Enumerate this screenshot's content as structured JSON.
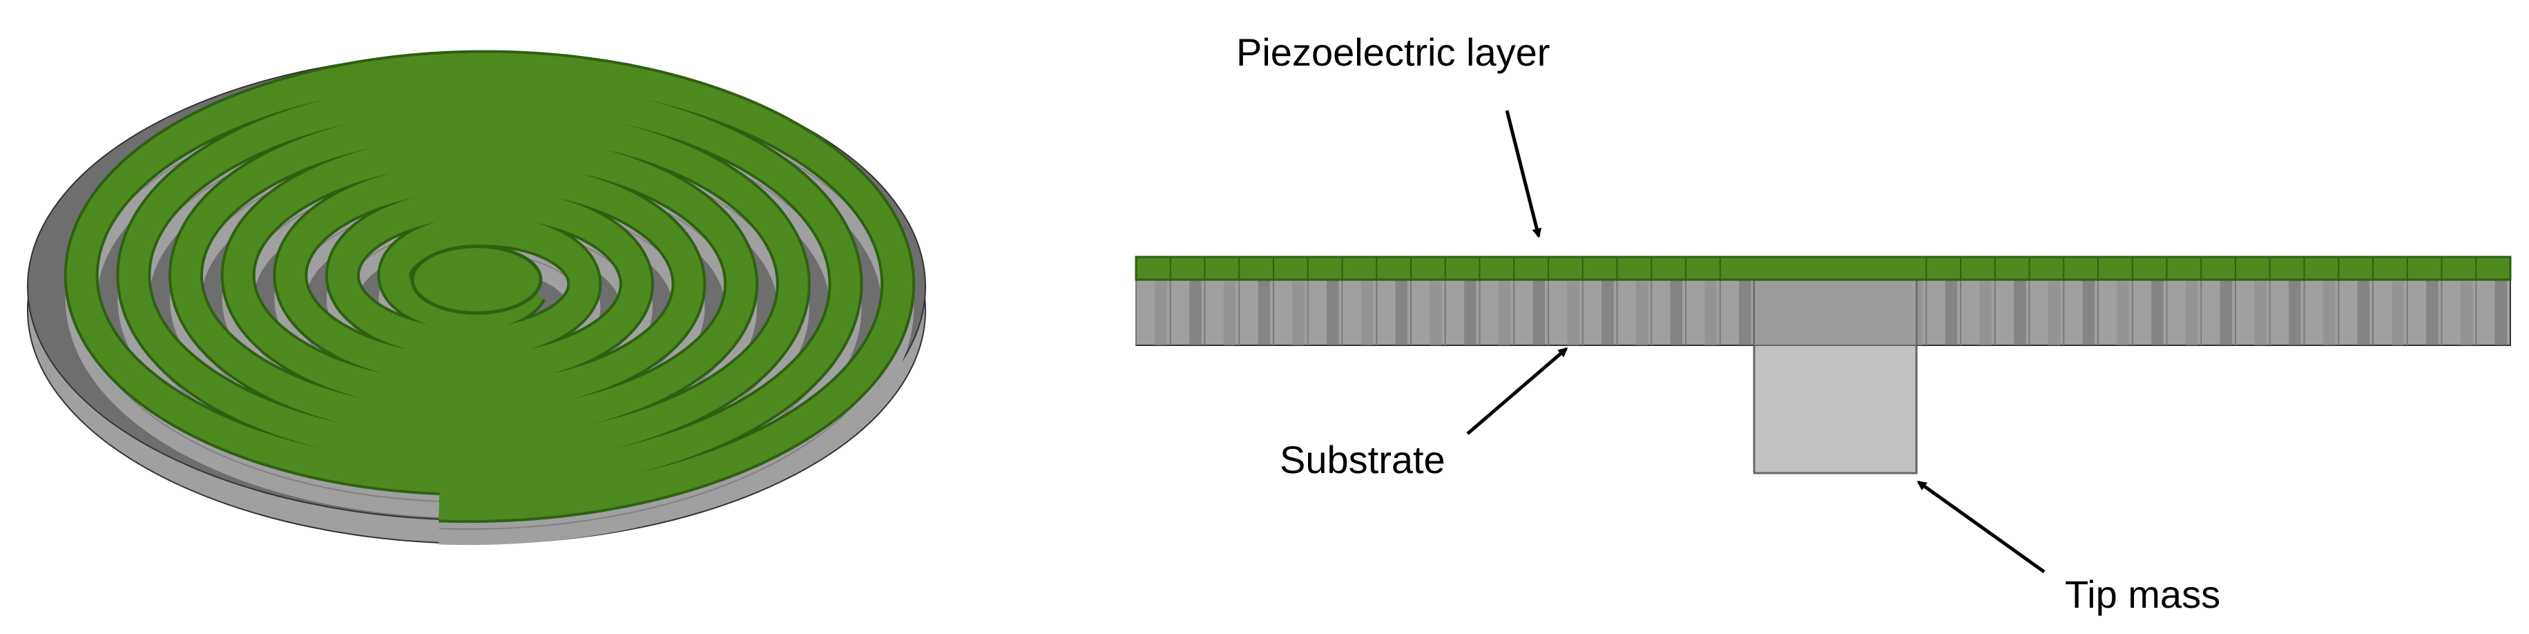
{
  "labels": {
    "piezo": "Piezoelectric layer",
    "substrate": "Substrate",
    "tip_mass": "Tip mass"
  },
  "colors": {
    "green": "#4c8a1f",
    "green_dark": "#2f6012",
    "substrate": "#a0a0a0",
    "substrate_dark": "#6e6e6e",
    "tip_mass": "#c2c2c2",
    "outline": "#333333"
  },
  "icons": {
    "spiral": "spiral-harvester-3d-icon",
    "cross_section": "beam-cross-section-icon"
  }
}
